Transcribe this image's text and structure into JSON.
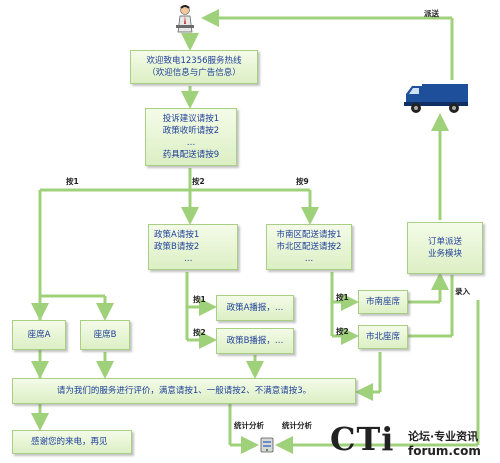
{
  "hotline": {
    "line1": "欢迎致电12356服务热线",
    "line2": "（欢迎信息与广告信息）"
  },
  "menu": {
    "line1": "投诉建议请按1",
    "line2": "政策收听请按2",
    "line3": "…",
    "line4": "药具配送请按9"
  },
  "policy_menu": {
    "line1": "政策A请按1",
    "line2": "政策B请按2",
    "line3": "…"
  },
  "district_menu": {
    "line1": "市南区配送请按1",
    "line2": "市北区配送请按2",
    "line3": "…"
  },
  "order_module": {
    "line1": "订单派送",
    "line2": "业务模块"
  },
  "seat_a": "座席A",
  "seat_b": "座席B",
  "policy_a_play": "政策A播报，…",
  "policy_b_play": "政策B播报，…",
  "south_seat": "市南座席",
  "north_seat": "市北座席",
  "evaluation": "请为我们的服务进行评价，满意请按1、一般请按2、不满意请按3。",
  "thanks": "感谢您的来电，再见",
  "labels": {
    "dispatch": "派送",
    "press1": "按1",
    "press2": "按2",
    "press9": "按9",
    "policy_press1": "按1",
    "policy_press2": "按2",
    "district_press1": "按1",
    "district_press2": "按2",
    "entry": "录入",
    "stats_left": "统计分析",
    "stats_right": "统计分析"
  },
  "logo": {
    "brand": "CTi",
    "line1": "论坛·专业资讯",
    "line2": "forum.com"
  },
  "colors": {
    "line": "#9fd07a",
    "box_text": "#1f3f9a",
    "truck": "#1d4f9a"
  },
  "icons": [
    "operator-person-icon",
    "delivery-truck-icon",
    "database-server-icon"
  ]
}
